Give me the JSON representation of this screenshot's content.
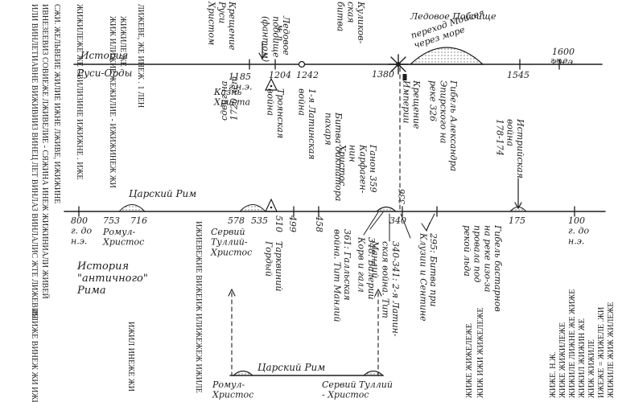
{
  "top_axis": {
    "title": "История",
    "subtitle": "Руси-Орды",
    "end_label": "г.н.э.",
    "ticks": [
      {
        "label": "1185\nг.н.э."
      },
      {
        "label": "1204"
      },
      {
        "label": "1242"
      },
      {
        "label": "1380"
      },
      {
        "label": "1545"
      },
      {
        "label": "1600\nг.н.э."
      }
    ],
    "events": {
      "baptism": "Крещение\nРуси\nХристом",
      "ice_battle": "Ледовое\nпобоище\n(фантом)",
      "kulikovo": "Куликов-\nская\nбитва",
      "ice_battle_right": "Ледовое Побоище",
      "moses": "переход Моисея\nчерез море",
      "execution": "Казнь\nХриста",
      "trojan": "Троянская\nвойна",
      "empire_baptism": "Крещение\nИмперии",
      "shift": "сдвиг на\n1720 лет",
      "latin1": "1-я Латинская\nвойна",
      "pakhar": "Битва диктатора\nпахаря",
      "ganon": "Ганон 359\nКарфаген-\nнин\nХристос",
      "alexander": "Гибель Александра\nЭпирского на\nреке 326",
      "istria": "Истрийская\nвойна\n178-174",
      "tick_m": "м. п."
    }
  },
  "bottom_axis": {
    "title_tsar": "Царский Рим",
    "ticks": [
      {
        "label": "800\nг. до\nн.э."
      },
      {
        "label": "753"
      },
      {
        "label": "716"
      },
      {
        "label": "578"
      },
      {
        "label": "535"
      },
      {
        "label": "510"
      },
      {
        "label": "499"
      },
      {
        "label": "458"
      },
      {
        "label": "340"
      },
      {
        "label": "336"
      },
      {
        "label": "175"
      },
      {
        "label": "100\nг. до\nн.э."
      }
    ],
    "romulus": "Ромул-\nХристос",
    "servius": "Сервий\nТуллий-\nХристос",
    "tarquin": "Тарквиний\nГордый",
    "antique": "История\n\"античного\"\nРима",
    "gallic": "361: Галльская\nвойна. Тит Манлий",
    "valerius": "348: Валерий\nКорв и галл",
    "latin2": "340-341: 2-я Латин-\nская война. Тит\nМанлий",
    "sentinum": "295: Битва при\nКлузии и Сентине",
    "bastarnae": "Гибель бастарнов\nна реке изо-за\nпровала под\nрекой льда"
  },
  "lower_range": {
    "title": "Царский Рим",
    "left": "Ромул-\nХристос",
    "right": "Сервий Туллий\n- Христос"
  },
  "edge_text": {
    "left_rotated": [
      "ИЛИ ВИНЛЕТИАВНЕ ВИЖИВИИЗ ВИНЕЦ ЛЕТ ВИНЛАЗ ВИНЛАЛИС ЖТЕ ЛИЖЕВИЯ",
      "ИВНЕЗЕЕВИЗ СОВИЕЖЕ ЛЖИВЕЛИЕ - СЯЖИНА ИНЕЖ ЖИЖИНИАЛИ ЖИВЕЙ",
      "СЖИ. ЖЕЛЬВЕИЕ ЖИЛИЕ ИЖНЕ ЛЖИВЕ, ИЖИЖИНЕ",
      "ЖИЖИЛЕЖЕ ЖЕ СВИЛИЗИНЕ ИЖИЖНЕ . ИЖЕ",
      "ЖИЖ ИЛИЖИЕ ЖЕЖИЛИЕ - ИЖИЖИНЕЖ ЖИ",
      "ЛИЖЕВЕ, ЖЕ ИНЕЖ . 1 ЛЕН",
      "ЖИЖИЛЕ ЖЕ"
    ],
    "middle_rotated": "ИЖИЕВЕЖИЕ ВИЖЕИЖ ИЛИЖЕЖЕЖ ИЖИЛЕ",
    "middle_rotated2": "ИЖИЛ ИНЕЖЕ ЖИ",
    "left_rotated_low": "ИЛИЖЕ ВИНЕЖ ЖИ ИЖИЛЕ",
    "right_rotated": [
      "ЖИЖИЛЕ ЖИЖ ЖИЛЕЖЕ",
      "ИЖЕЖЕ = ЖИЖЕЛЕ .ЖИ",
      "ЖИЖ ЖИЖИЛЕ",
      "ЖИЖИЛ ЖИЖИН ЖЕ",
      "ЖИЖИЛЕ ЛИЖНЕ ЖЕ ЖИЖЕ",
      "ЖИЖЕ ЖИЖИЛЕЖЕ",
      "ЖИЖЕ. Н.Ж.",
      "ЖИЖ ИЖИ ЖИЖЕЛЕЖЕ",
      "ЖИЖЕ ЖИЖЕЛЕЖЕ"
    ]
  }
}
